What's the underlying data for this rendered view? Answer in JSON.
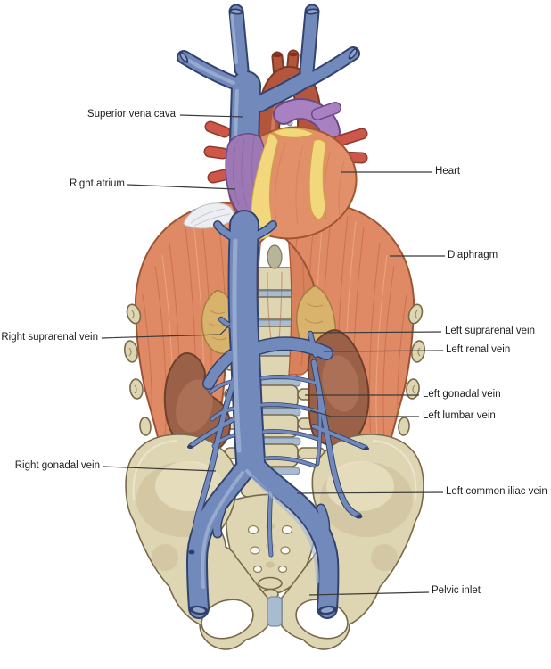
{
  "annotations": {
    "left": [
      {
        "text": "Superior vena cava"
      },
      {
        "text": "Right atrium"
      },
      {
        "text": "Right suprarenal vein"
      },
      {
        "text": "Right gonadal vein"
      }
    ],
    "right": [
      {
        "text": "Heart"
      },
      {
        "text": "Diaphragm"
      },
      {
        "text": "Left suprarenal vein"
      },
      {
        "text": "Left renal vein"
      },
      {
        "text": "Left gonadal vein"
      },
      {
        "text": "Left lumbar vein"
      },
      {
        "text": "Left common iliac vein"
      },
      {
        "text": "Pelvic inlet"
      }
    ]
  },
  "palette": {
    "vein-fill": "#7289bc",
    "vein-outline": "#33436f",
    "vein-highlight": "#a9bad9",
    "artery-fill": "#b4563c",
    "artery-outline": "#7e3a26",
    "heart-fill": "#e2906a",
    "heart-outline": "#a2552f",
    "fat-fill": "#f2d77c",
    "fat-outline": "#cda43f",
    "atrium-fill": "#9e77b5",
    "pulmonary-fill": "#a981c3",
    "red-vessel-fill": "#ce574a",
    "red-vessel-outline": "#8f3a30",
    "diaphragm-fill": "#e08a65",
    "diaphragm-outline": "#9c5434",
    "diaphragm-striation": "#bb6243",
    "adrenal-fill": "#d9b26c",
    "adrenal-outline": "#a07c3f",
    "kidney-fill": "#9b6148",
    "kidney-outline": "#6e3f2c",
    "bone-fill": "#ded5b2",
    "bone-outline": "#77694a",
    "bone-shade": "#c2b58c",
    "disc-fill": "#a9bccf",
    "disc-outline": "#7a90a8",
    "esophagus-fill": "#b7b49a",
    "white-patch": "#eceef1",
    "leader-line": "#3a3a3a",
    "label-text": "#1e1e1e",
    "background": "#ffffff"
  }
}
